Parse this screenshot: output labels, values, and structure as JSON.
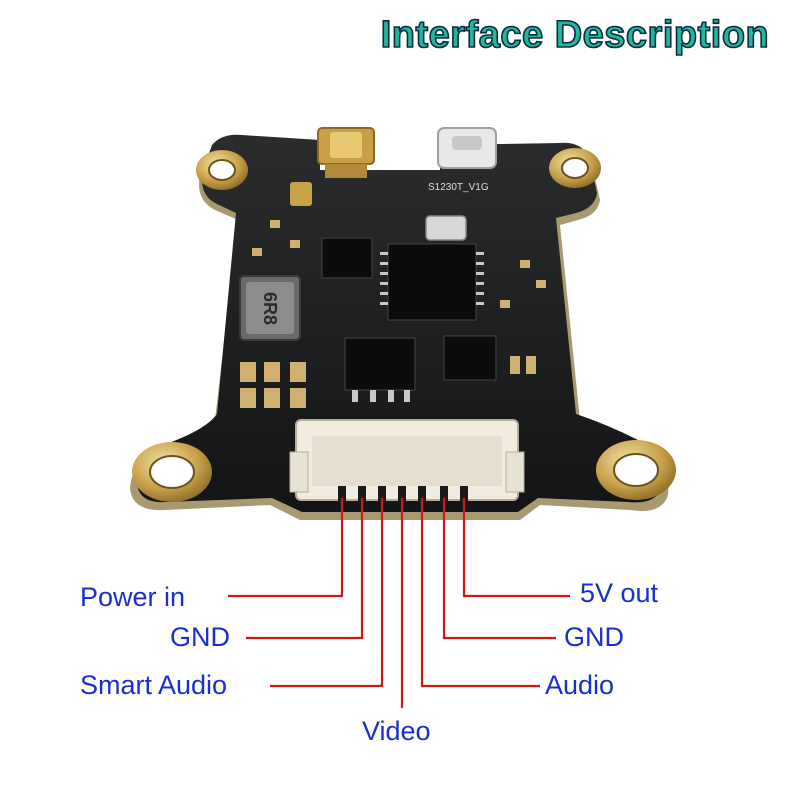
{
  "title": "Interface Description",
  "board_silkscreen": {
    "inductor_mark": "6R8",
    "version_mark": "S1230T_V1G"
  },
  "pins": {
    "power_in": "Power in",
    "gnd_left": "GND",
    "smart_audio": "Smart Audio",
    "video": "Video",
    "audio": "Audio",
    "gnd_right": "GND",
    "five_v_out": "5V out"
  },
  "colors": {
    "title_fill": "#1fb89a",
    "title_outline": "#0a2a40",
    "label_text": "#1a2fd0",
    "leader_lines": "#d01818",
    "pcb": "#1b1d1f",
    "pcb_edge": "#b8a878",
    "gold": "#c9a24a"
  }
}
